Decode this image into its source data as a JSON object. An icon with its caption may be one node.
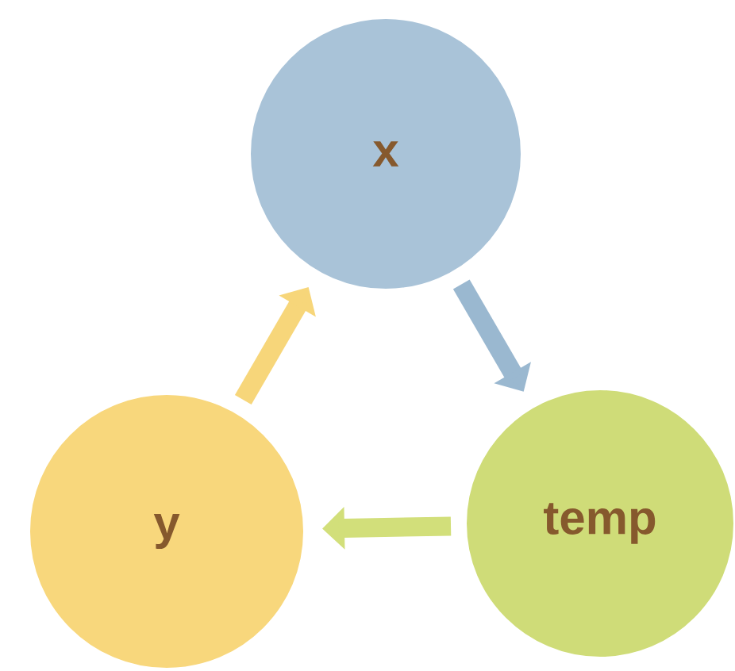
{
  "diagram": {
    "nodes": [
      {
        "text": [
          "x"
        ]
      },
      {
        "text": [
          "temp"
        ]
      },
      {
        "text": [
          "y"
        ]
      }
    ],
    "edges": [
      {
        "from": 0,
        "to": 1,
        "arrow": "to",
        "color": "#9ab8d0"
      },
      {
        "from": 1,
        "to": 2,
        "arrow": "to",
        "color": "#d2df7a"
      },
      {
        "from": 2,
        "to": 0,
        "arrow": "to",
        "color": "#f7d67a"
      }
    ]
  }
}
